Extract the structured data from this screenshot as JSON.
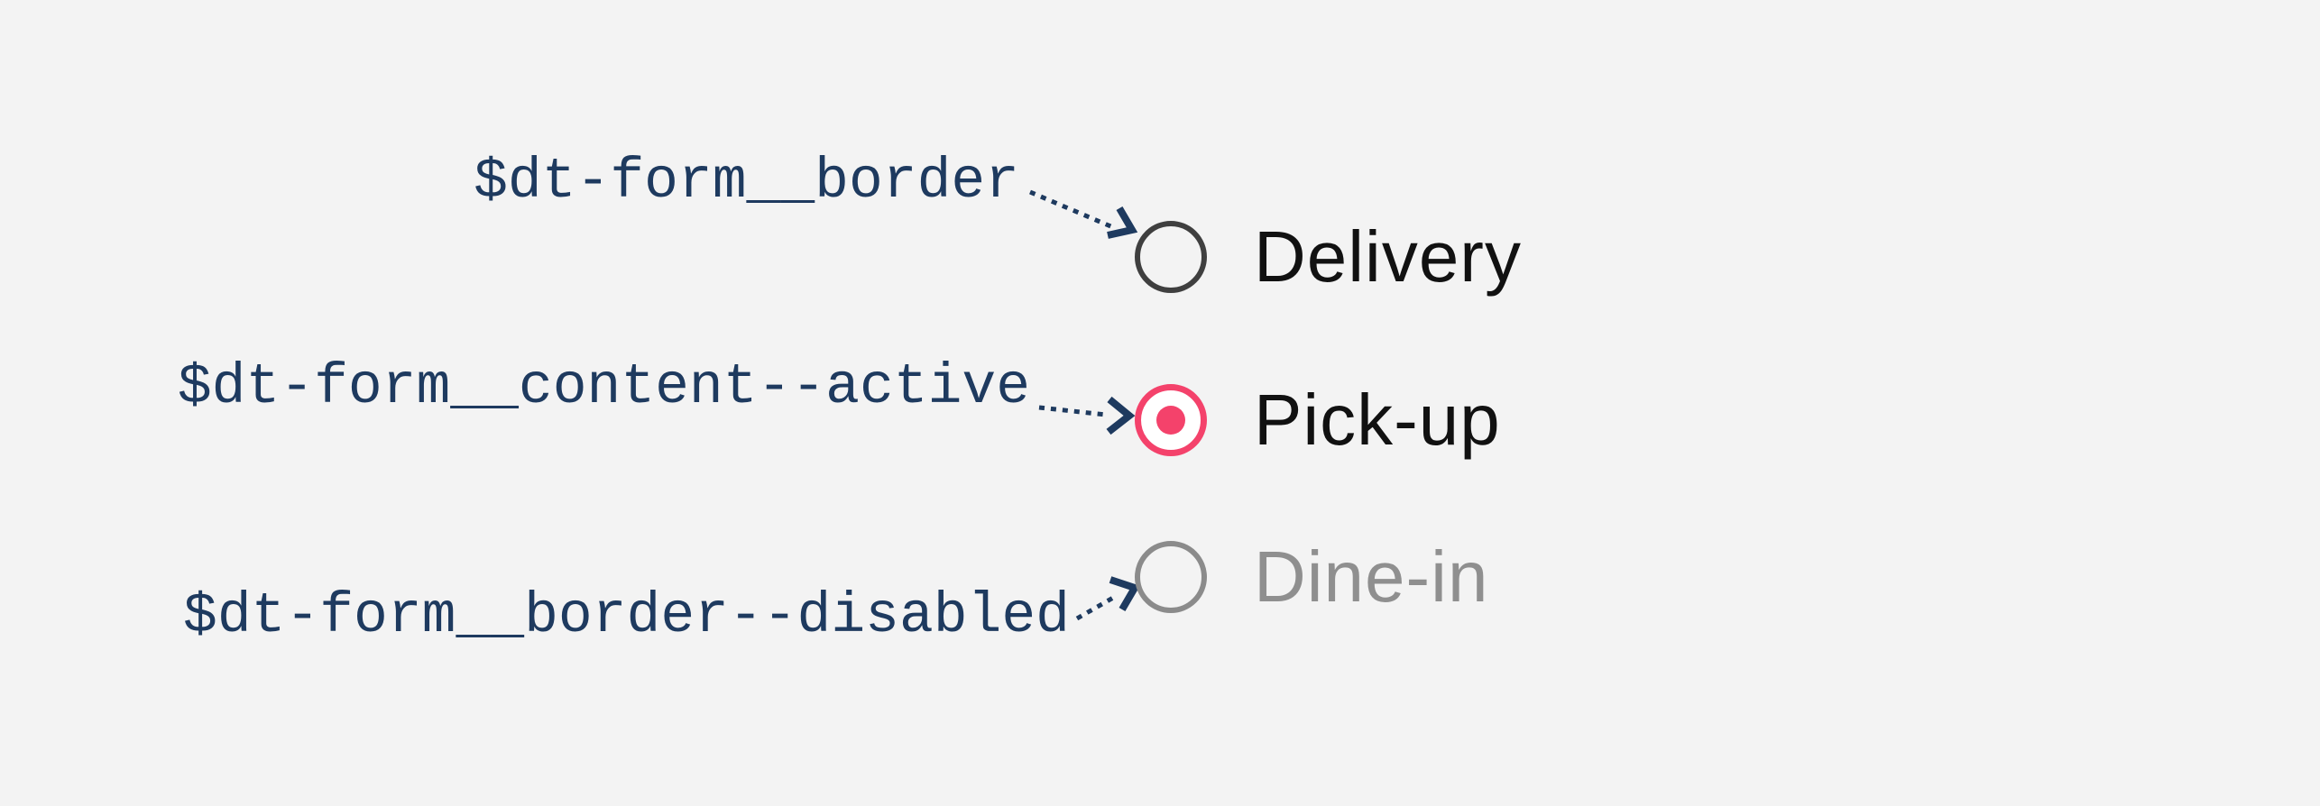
{
  "colors": {
    "background": "#f3f3f3",
    "annotation": "#1e3a5f",
    "radio_border": "#3f3f3f",
    "radio_active": "#f4426b",
    "radio_active_fill": "#ffffff",
    "radio_disabled": "#8b8b8b",
    "label_text": "#111111",
    "label_disabled": "#8f8f8f"
  },
  "annotations": {
    "tokens": [
      {
        "name": "$dt-form__border",
        "points_to": "Delivery"
      },
      {
        "name": "$dt-form__content--active",
        "points_to": "Pick-up"
      },
      {
        "name": "$dt-form__border--disabled",
        "points_to": "Dine-in"
      }
    ]
  },
  "radio_group": {
    "options": [
      {
        "label": "Delivery",
        "selected": false,
        "disabled": false
      },
      {
        "label": "Pick-up",
        "selected": true,
        "disabled": false
      },
      {
        "label": "Dine-in",
        "selected": false,
        "disabled": true
      }
    ]
  }
}
